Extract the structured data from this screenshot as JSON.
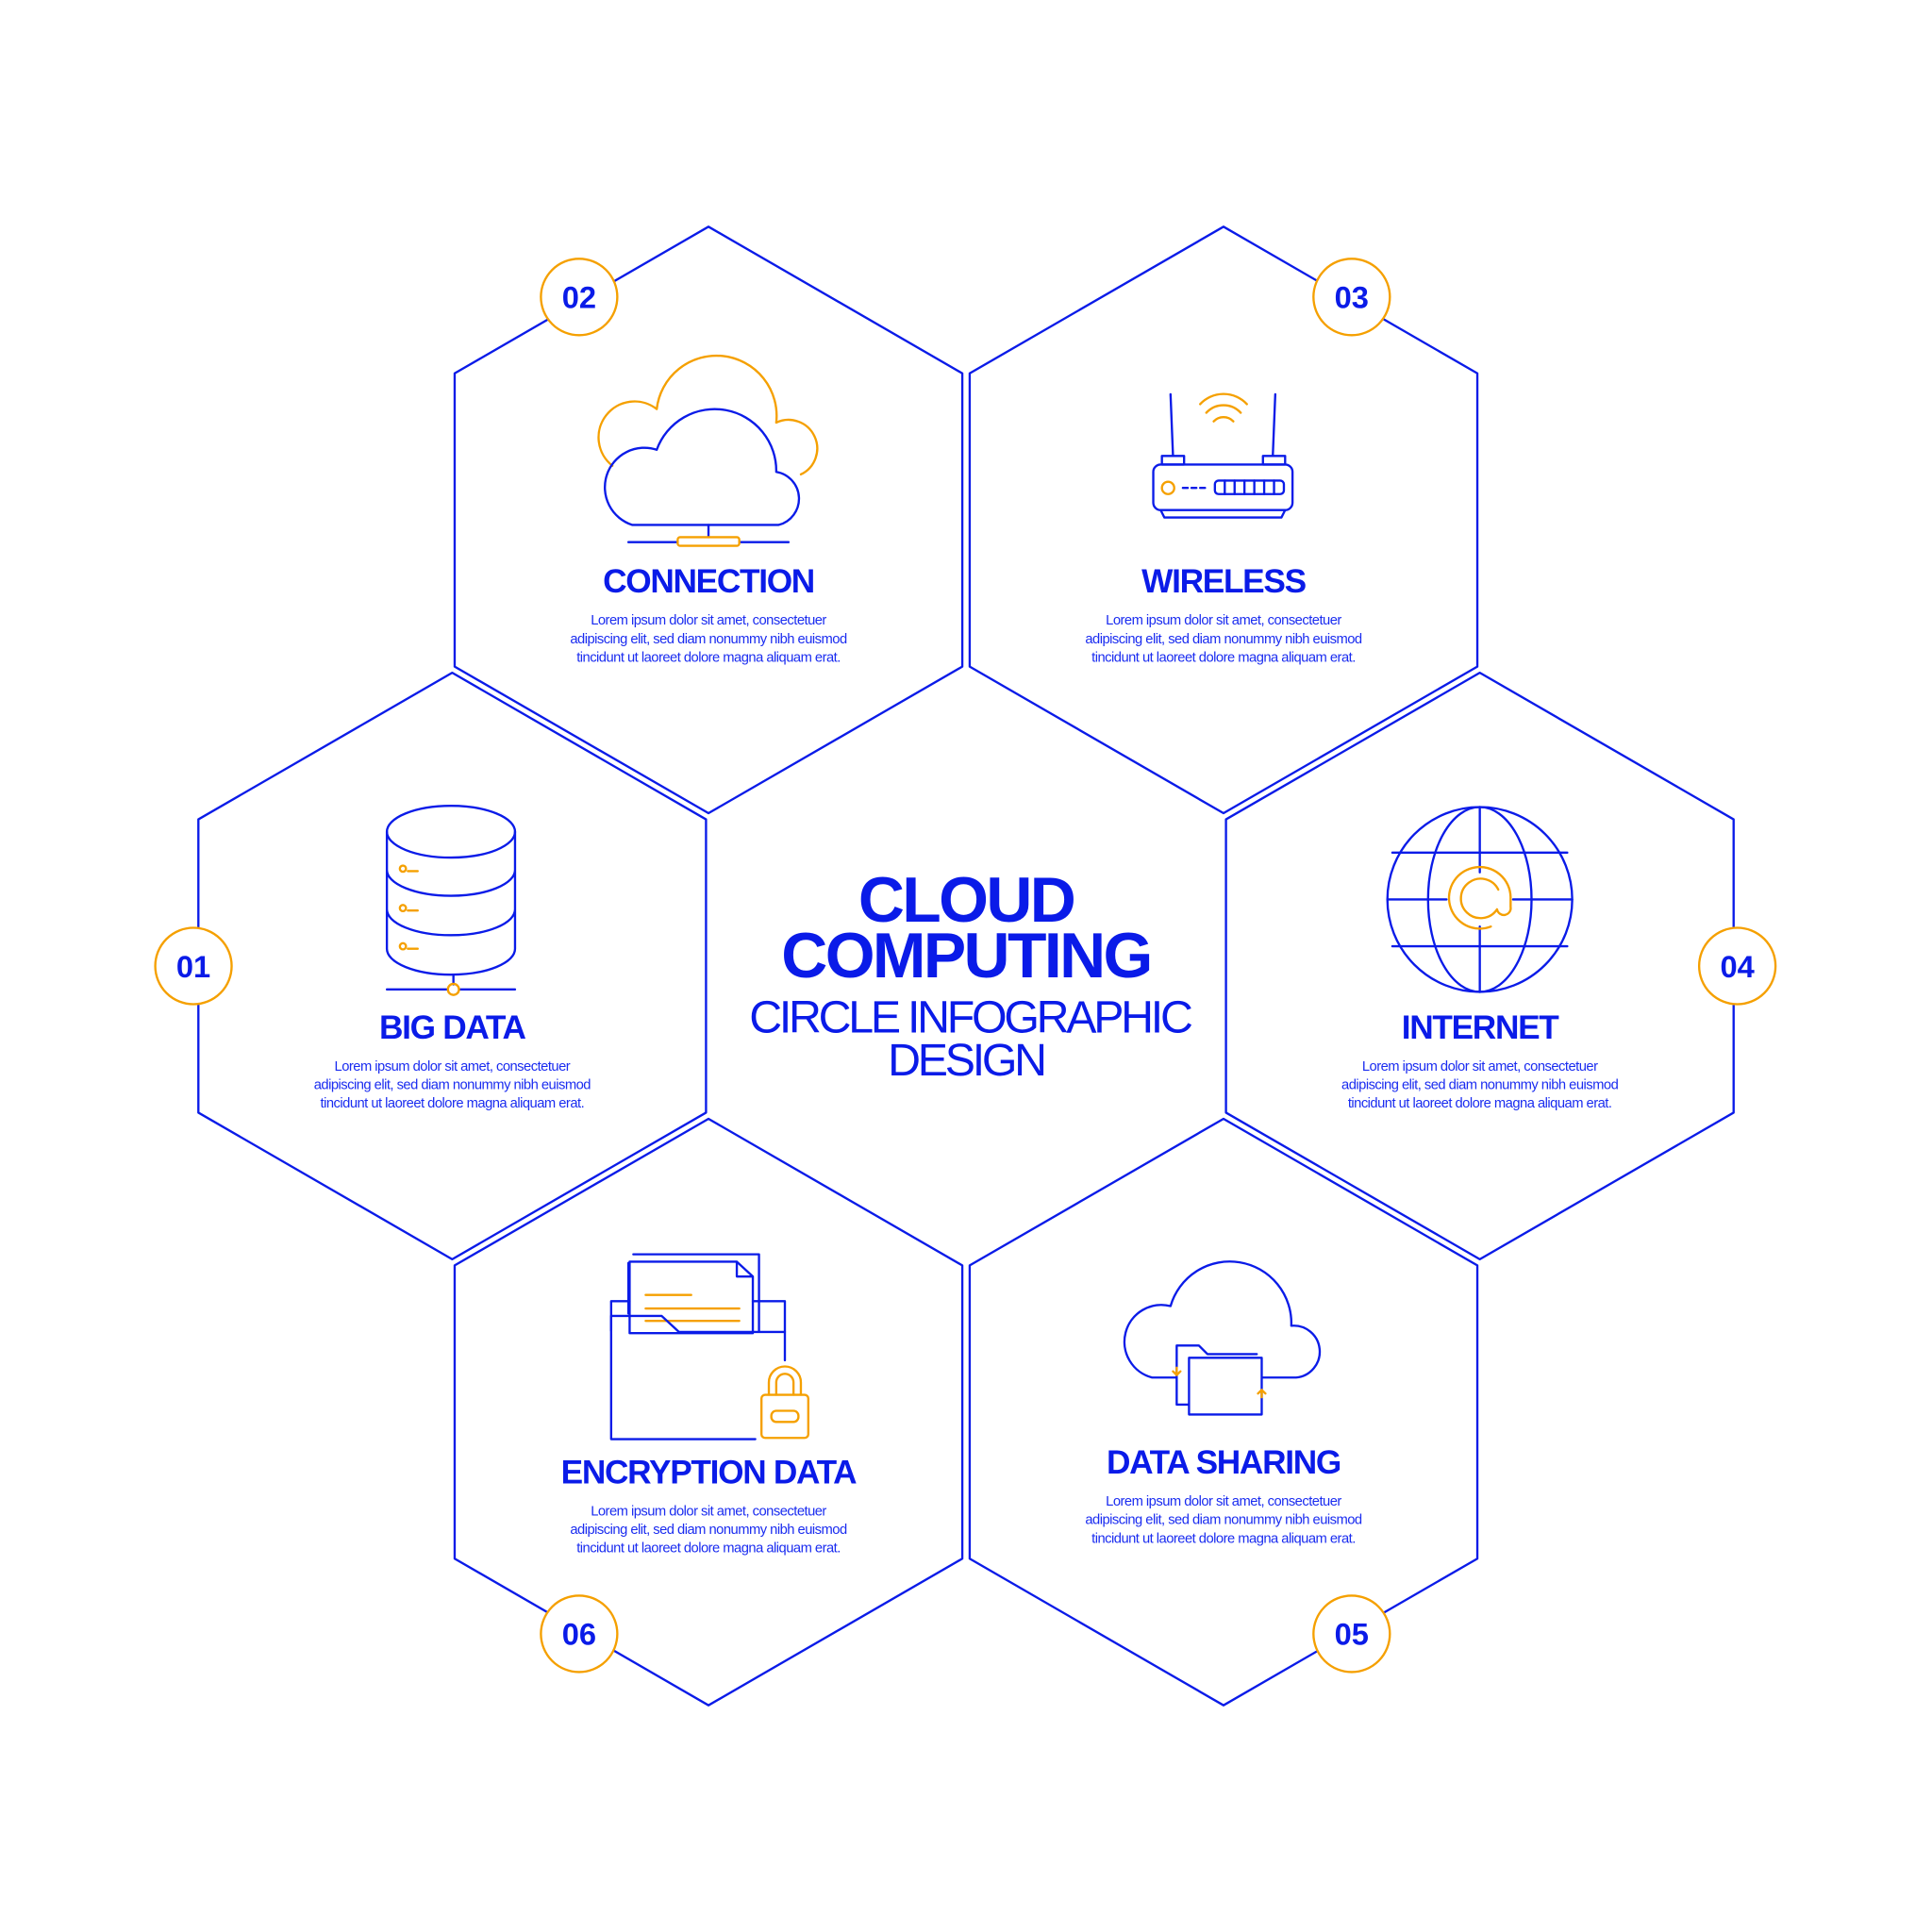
{
  "title": {
    "line1": "CLOUD",
    "line2": "COMPUTING",
    "line3": "CIRCLE INFOGRAPHIC",
    "line4": "DESIGN"
  },
  "colors": {
    "primary": "#0a1be8",
    "accent": "#f5a000"
  },
  "items": [
    {
      "number": "01",
      "title": "BIG DATA",
      "icon": "database-icon",
      "body": [
        "Lorem ipsum dolor sit amet, consectetuer",
        "adipiscing elit, sed diam nonummy nibh euismod",
        "tincidunt ut laoreet dolore magna aliquam erat."
      ]
    },
    {
      "number": "02",
      "title": "CONNECTION",
      "icon": "cloud-network-icon",
      "body": [
        "Lorem ipsum dolor sit amet, consectetuer",
        "adipiscing elit, sed diam nonummy nibh euismod",
        "tincidunt ut laoreet dolore magna aliquam erat."
      ]
    },
    {
      "number": "03",
      "title": "WIRELESS",
      "icon": "router-icon",
      "body": [
        "Lorem ipsum dolor sit amet, consectetuer",
        "adipiscing elit, sed diam nonummy nibh euismod",
        "tincidunt ut laoreet dolore magna aliquam erat."
      ]
    },
    {
      "number": "04",
      "title": "INTERNET",
      "icon": "globe-icon",
      "body": [
        "Lorem ipsum dolor sit amet, consectetuer",
        "adipiscing elit, sed diam nonummy nibh euismod",
        "tincidunt ut laoreet dolore magna aliquam erat."
      ]
    },
    {
      "number": "05",
      "title": "DATA SHARING",
      "icon": "cloud-folder-icon",
      "body": [
        "Lorem ipsum dolor sit amet, consectetuer",
        "adipiscing elit, sed diam nonummy nibh euismod",
        "tincidunt ut laoreet dolore magna aliquam erat."
      ]
    },
    {
      "number": "06",
      "title": "ENCRYPTION DATA",
      "icon": "locked-folder-icon",
      "body": [
        "Lorem ipsum dolor sit amet, consectetuer",
        "adipiscing elit, sed diam nonummy nibh euismod",
        "tincidunt ut laoreet dolore magna aliquam erat."
      ]
    }
  ]
}
